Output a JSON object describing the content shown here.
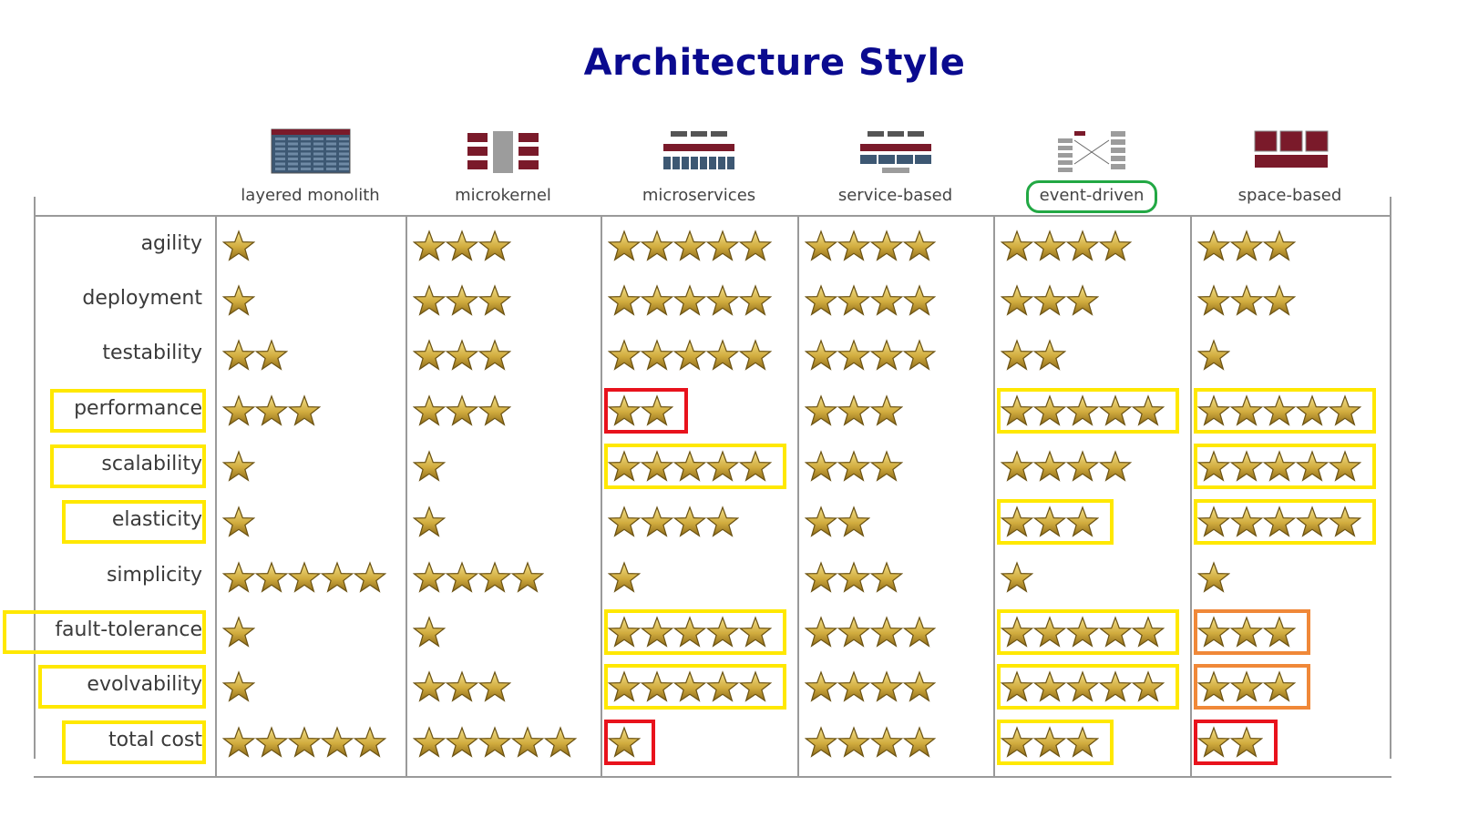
{
  "title": "Architecture Style",
  "columns": [
    {
      "name": "layered monolith",
      "icon": "layered-monolith-diagram-icon"
    },
    {
      "name": "microkernel",
      "icon": "microkernel-diagram-icon"
    },
    {
      "name": "microservices",
      "icon": "microservices-diagram-icon"
    },
    {
      "name": "service-based",
      "icon": "service-based-diagram-icon"
    },
    {
      "name": "event-driven",
      "icon": "event-driven-diagram-icon"
    },
    {
      "name": "space-based",
      "icon": "space-based-diagram-icon"
    }
  ],
  "rows": [
    {
      "label": "agility",
      "ratings": [
        1,
        3,
        5,
        4,
        4,
        3
      ]
    },
    {
      "label": "deployment",
      "ratings": [
        1,
        3,
        5,
        4,
        3,
        3
      ]
    },
    {
      "label": "testability",
      "ratings": [
        2,
        3,
        5,
        4,
        2,
        1
      ]
    },
    {
      "label": "performance",
      "ratings": [
        3,
        3,
        2,
        3,
        5,
        5
      ]
    },
    {
      "label": "scalability",
      "ratings": [
        1,
        1,
        5,
        3,
        4,
        5
      ]
    },
    {
      "label": "elasticity",
      "ratings": [
        1,
        1,
        4,
        2,
        3,
        5
      ]
    },
    {
      "label": "simplicity",
      "ratings": [
        5,
        4,
        1,
        3,
        1,
        1
      ]
    },
    {
      "label": "fault-tolerance",
      "ratings": [
        1,
        1,
        5,
        4,
        5,
        3
      ]
    },
    {
      "label": "evolvability",
      "ratings": [
        1,
        3,
        5,
        4,
        5,
        3
      ]
    },
    {
      "label": "total cost",
      "ratings": [
        5,
        5,
        1,
        4,
        3,
        2
      ]
    }
  ],
  "highlights": {
    "row_labels_yellow": [
      "performance",
      "scalability",
      "elasticity",
      "fault-tolerance",
      "evolvability",
      "total cost"
    ],
    "column_circled_green": "event-driven",
    "cells": [
      {
        "row": "performance",
        "column": "microservices",
        "color": "red"
      },
      {
        "row": "performance",
        "column": "event-driven",
        "color": "yellow"
      },
      {
        "row": "performance",
        "column": "space-based",
        "color": "yellow"
      },
      {
        "row": "scalability",
        "column": "microservices",
        "color": "yellow"
      },
      {
        "row": "scalability",
        "column": "space-based",
        "color": "yellow"
      },
      {
        "row": "elasticity",
        "column": "event-driven",
        "color": "yellow"
      },
      {
        "row": "elasticity",
        "column": "space-based",
        "color": "yellow"
      },
      {
        "row": "fault-tolerance",
        "column": "microservices",
        "color": "yellow"
      },
      {
        "row": "fault-tolerance",
        "column": "event-driven",
        "color": "yellow"
      },
      {
        "row": "fault-tolerance",
        "column": "space-based",
        "color": "orange"
      },
      {
        "row": "evolvability",
        "column": "microservices",
        "color": "yellow"
      },
      {
        "row": "evolvability",
        "column": "event-driven",
        "color": "yellow"
      },
      {
        "row": "evolvability",
        "column": "space-based",
        "color": "orange"
      },
      {
        "row": "total cost",
        "column": "microservices",
        "color": "red"
      },
      {
        "row": "total cost",
        "column": "event-driven",
        "color": "yellow"
      },
      {
        "row": "total cost",
        "column": "space-based",
        "color": "red"
      }
    ]
  },
  "colors": {
    "title": "#0a0a8f",
    "star_fill": "#d9b84a",
    "highlight_yellow": "#ffe800",
    "highlight_red": "#e8121c",
    "highlight_orange": "#f08838",
    "highlight_green": "#22a844"
  }
}
